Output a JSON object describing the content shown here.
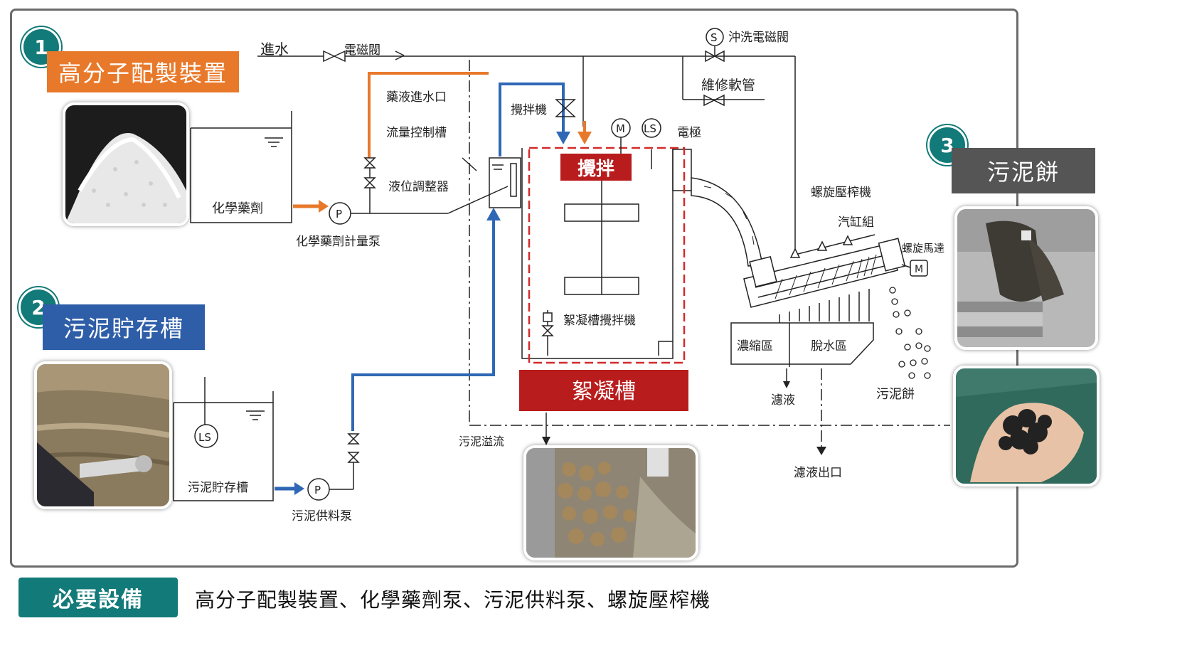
{
  "sections": {
    "one": {
      "number": "1",
      "title": "高分子配製裝置",
      "color": "#e8792a"
    },
    "two": {
      "number": "2",
      "title": "污泥貯存槽",
      "color": "#2f5ea8"
    },
    "three": {
      "number": "3",
      "title": "污泥餅",
      "color": "#555555"
    }
  },
  "labels": {
    "inlet_water": "進水",
    "solenoid_valve": "電磁閥",
    "flush_solenoid": "沖洗電磁閥",
    "s_symbol": "S",
    "maintenance_hose": "維修軟管",
    "chem_inlet": "藥液進水口",
    "flow_tank": "流量控制槽",
    "level_adjuster": "液位調整器",
    "chemical": "化學藥劑",
    "chem_pump": "化學藥劑計量泵",
    "p_symbol": "P",
    "mixer_top": "攪拌機",
    "m_symbol": "M",
    "ls_symbol": "LS",
    "electrode": "電極",
    "stir": "攪拌",
    "floc_mixer": "絮凝槽攪拌機",
    "floc_tank": "絮凝槽",
    "sludge_overflow": "污泥溢流",
    "screw_press": "螺旋壓榨機",
    "cylinder_group": "汽缸組",
    "screw_motor": "螺旋馬達",
    "thickening_zone": "濃縮區",
    "dewatering_zone": "脫水區",
    "filtrate": "濾液",
    "filtrate_outlet": "濾液出口",
    "sludge_cake": "污泥餅",
    "sludge_tank": "污泥貯存槽",
    "sludge_pump": "污泥供料泵"
  },
  "colors": {
    "frame": "#6b6b6b",
    "badge": "#127a78",
    "orange_line": "#e8792a",
    "blue_line": "#2f68b5",
    "red_dashed": "#d42a2a",
    "floc_red": "#b81c1c"
  },
  "footer": {
    "tag": "必要設備",
    "equipment": "高分子配製裝置、化學藥劑泵、污泥供料泵、螺旋壓榨機"
  }
}
